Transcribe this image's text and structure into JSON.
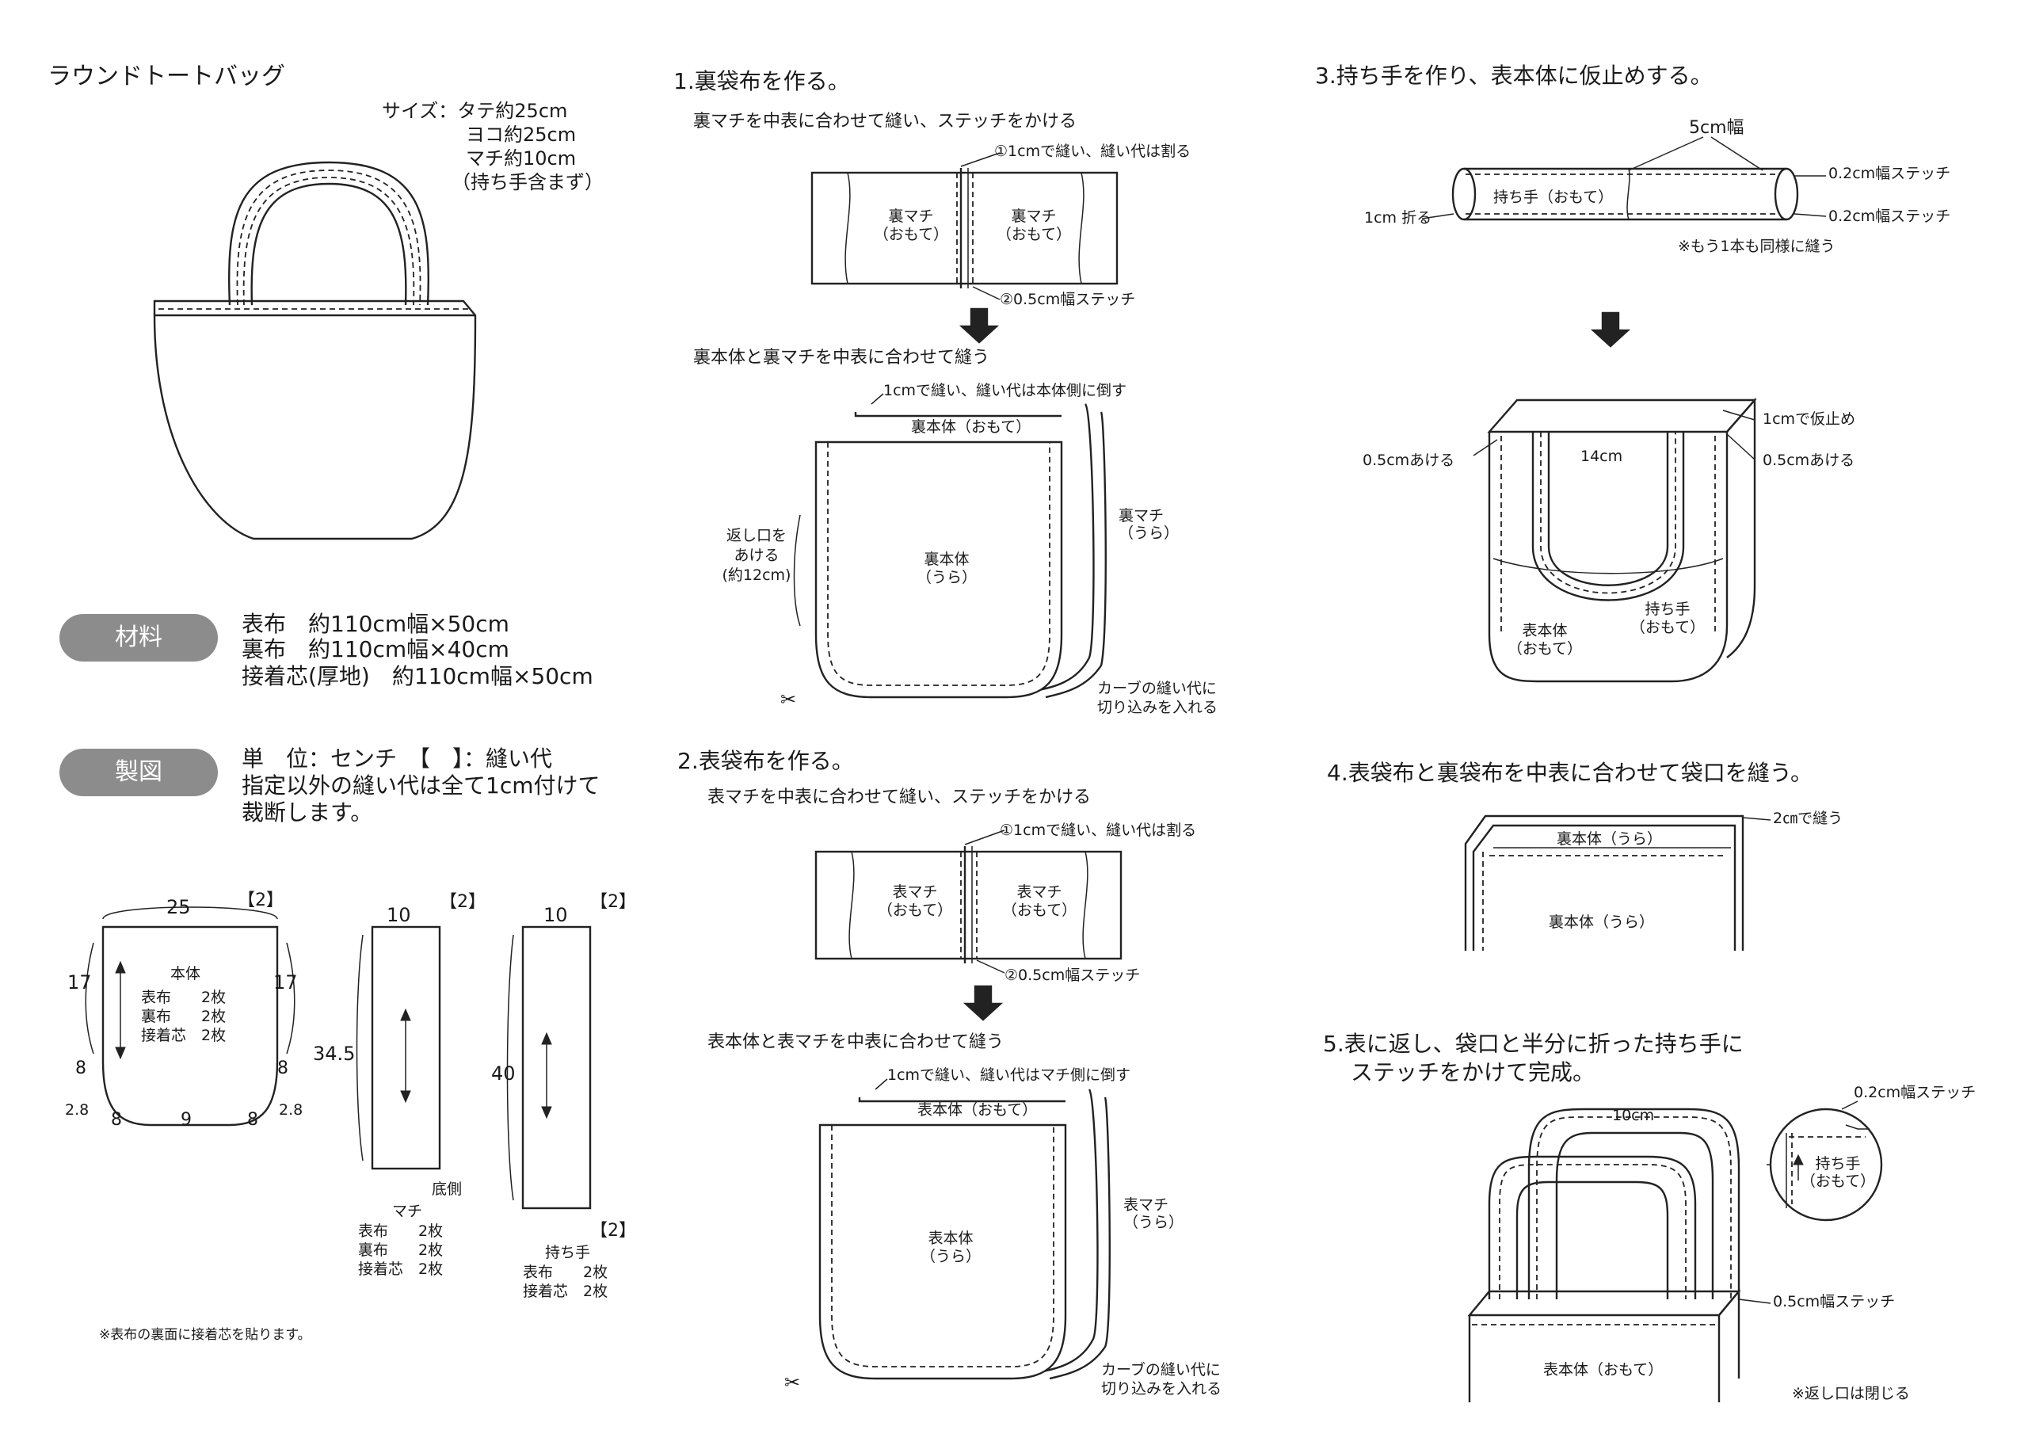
{
  "title": "ラウンドトートバッグ",
  "size": [
    "サイズ：タテ約25cm",
    "ヨコ約25cm",
    "マチ約10cm",
    "（持ち手含まず）"
  ],
  "materials": {
    "badge": "材料",
    "lines": [
      "表布　約110cm幅×50cm",
      "裏布　約110cm幅×40cm",
      "接着芯(厚地)　約110cm幅×50cm"
    ]
  },
  "pattern": {
    "badge": "製図",
    "lines": [
      "単　位：センチ　【　】：縫い代",
      "指定以外の縫い代は全て1cm付けて",
      "裁断します。"
    ],
    "body": {
      "width": "25",
      "sa": "【2】",
      "side_left": "17",
      "side_right": "17",
      "curve_l1": "8",
      "curve_l2": "2.8",
      "bottom_l": "8",
      "bottom_mid": "9",
      "bottom_r": "8",
      "curve_r1": "8",
      "curve_r2": "2.8",
      "label": "本体",
      "rows": [
        "表布　　2枚",
        "裏布　　2枚",
        "接着芯　2枚"
      ]
    },
    "gusset": {
      "width": "10",
      "sa": "【2】",
      "length": "34.5",
      "bottom": "底側",
      "label": "マチ",
      "rows": [
        "表布　　2枚",
        "裏布　　2枚",
        "接着芯　2枚"
      ]
    },
    "handle": {
      "width": "10",
      "sa": "【2】",
      "length": "40",
      "sa2": "【2】",
      "label": "持ち手",
      "rows": [
        "表布　　2枚",
        "接着芯　2枚"
      ]
    },
    "note": "※表布の裏面に接着芯を貼ります。"
  },
  "step1": {
    "title": "1.裏袋布を作る。",
    "sub1": "裏マチを中表に合わせて縫い、ステッチをかける",
    "gusset_label": "裏マチ",
    "face_label": "（おもて）",
    "note1": "①1cmで縫い、縫い代は割る",
    "note2": "②0.5cm幅ステッチ",
    "sub2": "裏本体と裏マチを中表に合わせて縫う",
    "note3": "1cmで縫い、縫い代は本体側に倒す",
    "body_top": "裏本体（おもて）",
    "body_label": "裏本体",
    "back_label": "（うら）",
    "gusset_back": "裏マチ",
    "opening": [
      "返し口を",
      "あける",
      "(約12cm)"
    ],
    "curve_note": [
      "カーブの縫い代に",
      "切り込みを入れる"
    ]
  },
  "step2": {
    "title": "2.表袋布を作る。",
    "sub1": "表マチを中表に合わせて縫い、ステッチをかける",
    "gusset_label": "表マチ",
    "face_label": "（おもて）",
    "note1": "①1cmで縫い、縫い代は割る",
    "note2": "②0.5cm幅ステッチ",
    "sub2": "表本体と表マチを中表に合わせて縫う",
    "note3": "1cmで縫い、縫い代はマチ側に倒す",
    "body_top": "表本体（おもて）",
    "body_label": "表本体",
    "back_label": "（うら）",
    "gusset_back": "表マチ",
    "curve_note": [
      "カーブの縫い代に",
      "切り込みを入れる"
    ]
  },
  "step3": {
    "title": "3.持ち手を作り、表本体に仮止めする。",
    "width_note": "5cm幅",
    "stitch1": "0.2cm幅ステッチ",
    "stitch2": "0.2cm幅ステッチ",
    "fold": "1cm 折る",
    "handle_label": "持ち手（おもて）",
    "other": "※もう1本も同様に縫う",
    "tack": "1cmで仮止め",
    "gap_l": "0.5cmあける",
    "gap_r": "0.5cmあける",
    "span": "14cm",
    "body_label": "表本体",
    "face_label": "（おもて）",
    "handle2": "持ち手"
  },
  "step4": {
    "title": "4.表袋布と裏袋布を中表に合わせて袋口を縫う。",
    "seam": "2㎝で縫う",
    "inner": "裏本体（うら）",
    "outer": "裏本体（うら）"
  },
  "step5": {
    "title": [
      "5.表に返し、袋口と半分に折った持ち手に",
      "ステッチをかけて完成。"
    ],
    "stitch1": "0.2cm幅ステッチ",
    "handle_w": "10cm",
    "handle_label": "持ち手",
    "face_label": "（おもて）",
    "stitch2": "0.5cm幅ステッチ",
    "body": "表本体（おもて）",
    "closed": "※返し口は閉じる"
  }
}
